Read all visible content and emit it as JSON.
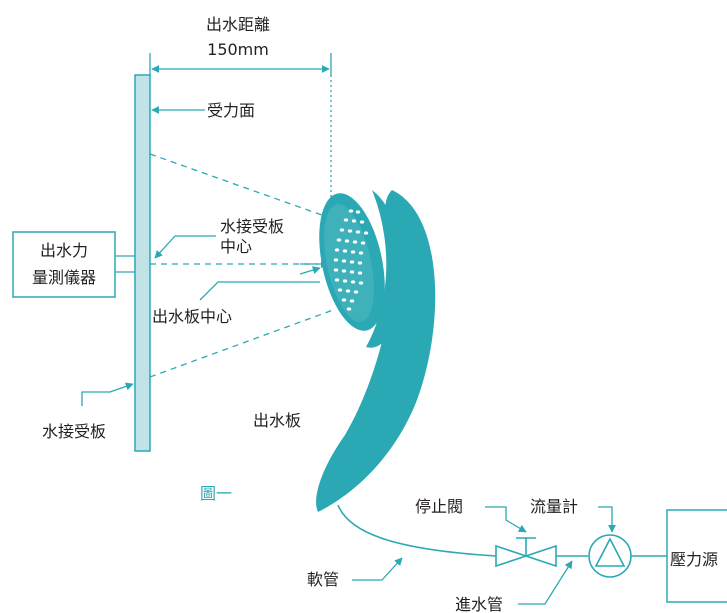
{
  "labels": {
    "distance_title": "出水距離",
    "distance_value": "150mm",
    "force_face": "受力面",
    "receiver_center_line1": "水接受板",
    "receiver_center_line2": "中心",
    "meter_line1": "出水力",
    "meter_line2": "量測儀器",
    "outlet_center": "出水板中心",
    "receiver_plate": "水接受板",
    "outlet_plate": "出水板",
    "figure_label": "圖一",
    "stop_valve": "停止閥",
    "flow_meter": "流量計",
    "hose": "軟管",
    "inlet_pipe": "進水管",
    "pressure_source": "壓力源"
  },
  "colors": {
    "accent": "#2aa9b4",
    "plate_fill": "#bfe3e7",
    "text": "#231f20",
    "frame": "#2aa9b4"
  }
}
